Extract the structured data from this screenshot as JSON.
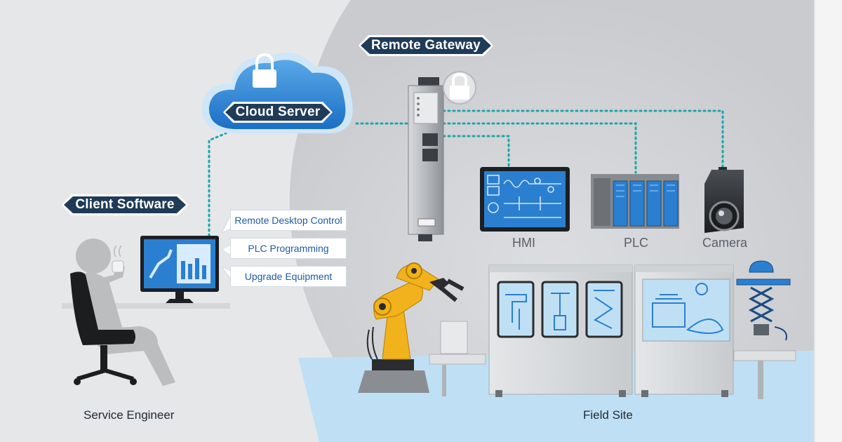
{
  "labels": {
    "remote_gateway": "Remote Gateway",
    "cloud_server": "Cloud Server",
    "client_software": "Client Software"
  },
  "features": [
    "Remote Desktop Control",
    "PLC Programming",
    "Upgrade Equipment"
  ],
  "devices": {
    "hmi": "HMI",
    "plc": "PLC",
    "camera": "Camera"
  },
  "captions": {
    "service_engineer": "Service Engineer",
    "field_site": "Field Site"
  },
  "colors": {
    "tag_navy": "#1f3b57",
    "connection_teal": "#1ba6a6",
    "cloud_blue": "#2a85d4",
    "robot_yellow": "#f2b21b",
    "floor_blue": "#bfe0f4",
    "screen_blue": "#2b7fd0"
  }
}
